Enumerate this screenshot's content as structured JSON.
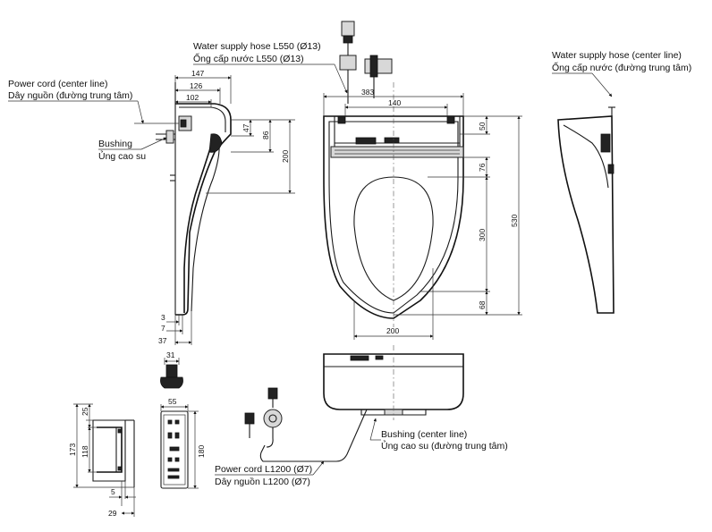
{
  "labels": {
    "water_hose_en": "Water supply hose L550 (Ø13)",
    "water_hose_vi": "Ống cấp nước L550 (Ø13)",
    "water_hose_cl_en": "Water supply hose (center line)",
    "water_hose_cl_vi": "Ống cấp nước (đường trung tâm)",
    "power_cl_en": "Power cord (center line)",
    "power_cl_vi": "Dây nguồn (đường trung tâm)",
    "bushing_en": "Bushing",
    "bushing_vi": "Ủng cao su",
    "bushing_cl_en": "Bushing (center line)",
    "bushing_cl_vi": "Ủng cao su (đường trung tâm)",
    "power_cord_en": "Power cord L1200 (Ø7)",
    "power_cord_vi": "Dây nguồn L1200 (Ø7)"
  },
  "dims": {
    "d147": "147",
    "d126": "126",
    "d102": "102",
    "d47": "47",
    "d86": "86",
    "d200v": "200",
    "d3": "3",
    "d7": "7",
    "d37": "37",
    "d31": "31",
    "d383": "383",
    "d140": "140",
    "d50": "50",
    "d76": "76",
    "d300": "300",
    "d530": "530",
    "d68": "68",
    "d200h": "200",
    "d25": "25",
    "d173": "173",
    "d118": "118",
    "d5": "5",
    "d29": "29",
    "d55": "55",
    "d180": "180"
  }
}
